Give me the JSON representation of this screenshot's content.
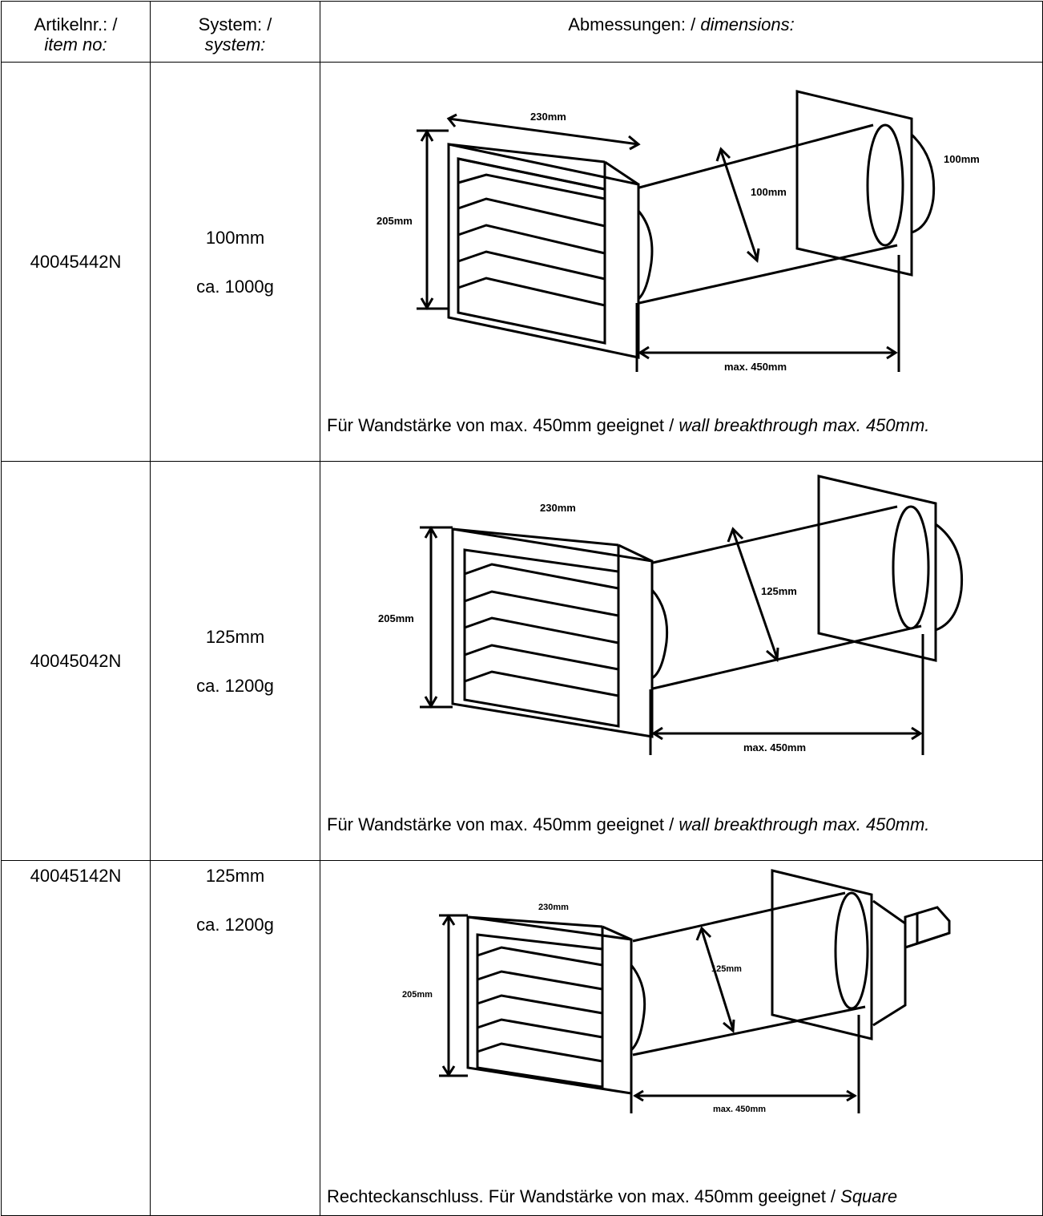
{
  "headers": {
    "item_de": "Artikelnr.: /",
    "item_en": "item no:",
    "system_de": "System: /",
    "system_en": "system:",
    "dims_de": "Abmessungen: / ",
    "dims_en": "dimensions:"
  },
  "rows": [
    {
      "item": "40045442N",
      "system": "100mm",
      "weight": "ca. 1000g",
      "dim_width": "230mm",
      "dim_height": "205mm",
      "dim_pipe": "100mm",
      "dim_flange": "100mm",
      "dim_wall": "max. 450mm",
      "note_de": "Für Wandstärke von max. 450mm geeignet / ",
      "note_en": "wall breakthrough max. 450mm."
    },
    {
      "item": "40045042N",
      "system": "125mm",
      "weight": "ca. 1200g",
      "dim_width": "230mm",
      "dim_height": "205mm",
      "dim_pipe": "125mm",
      "dim_wall": "max. 450mm",
      "note_de": "Für Wandstärke von max. 450mm geeignet / ",
      "note_en": "wall breakthrough max. 450mm."
    },
    {
      "item": "40045142N",
      "system": "125mm",
      "weight": "ca. 1200g",
      "dim_width": "230mm",
      "dim_height": "205mm",
      "dim_pipe": "125mm",
      "dim_wall": "max. 450mm",
      "note_de": "Rechteckanschluss. Für Wandstärke von max. 450mm geeignet / ",
      "note_en": "Square"
    }
  ]
}
